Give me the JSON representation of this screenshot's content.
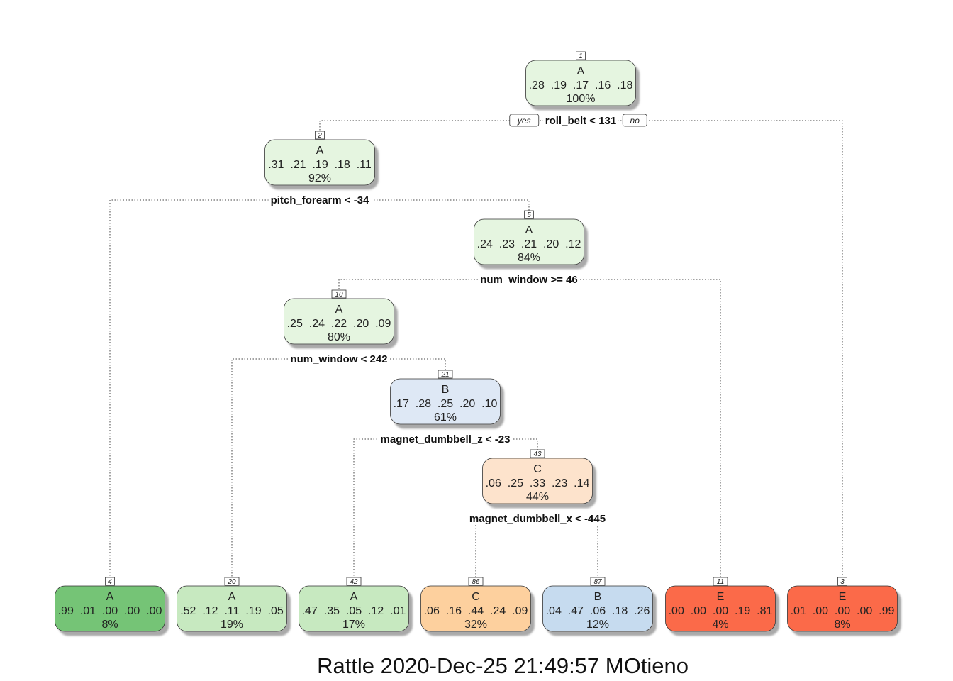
{
  "nodes": [
    {
      "id": "1",
      "class": "A",
      "probs": ".28  .19  .17  .16  .18",
      "pct": "100%",
      "color": "#e5f5e0",
      "split": "roll_belt < 131"
    },
    {
      "id": "2",
      "class": "A",
      "probs": ".31  .21  .19  .18  .11",
      "pct": "92%",
      "color": "#e5f5e0",
      "split": "pitch_forearm < -34"
    },
    {
      "id": "5",
      "class": "A",
      "probs": ".24  .23  .21  .20  .12",
      "pct": "84%",
      "color": "#e5f5e0",
      "split": "num_window >= 46"
    },
    {
      "id": "10",
      "class": "A",
      "probs": ".25  .24  .22  .20  .09",
      "pct": "80%",
      "color": "#e5f5e0",
      "split": "num_window < 242"
    },
    {
      "id": "21",
      "class": "B",
      "probs": ".17  .28  .25  .20  .10",
      "pct": "61%",
      "color": "#dee8f5",
      "split": "magnet_dumbbell_z < -23"
    },
    {
      "id": "43",
      "class": "C",
      "probs": ".06  .25  .33  .23  .14",
      "pct": "44%",
      "color": "#fde3cc",
      "split": "magnet_dumbbell_x < -445"
    },
    {
      "id": "4",
      "class": "A",
      "probs": ".99  .01  .00  .00  .00",
      "pct": "8%",
      "color": "#74c476"
    },
    {
      "id": "20",
      "class": "A",
      "probs": ".52  .12  .11  .19  .05",
      "pct": "19%",
      "color": "#c7e9c0"
    },
    {
      "id": "42",
      "class": "A",
      "probs": ".47  .35  .05  .12  .01",
      "pct": "17%",
      "color": "#c7e9c0"
    },
    {
      "id": "86",
      "class": "C",
      "probs": ".06  .16  .44  .24  .09",
      "pct": "32%",
      "color": "#fdd09e"
    },
    {
      "id": "87",
      "class": "B",
      "probs": ".04  .47  .06  .18  .26",
      "pct": "12%",
      "color": "#c6dbef"
    },
    {
      "id": "11",
      "class": "E",
      "probs": ".00  .00  .00  .19  .81",
      "pct": "4%",
      "color": "#fb6a4a"
    },
    {
      "id": "3",
      "class": "E",
      "probs": ".01  .00  .00  .00  .99",
      "pct": "8%",
      "color": "#fb6a4a"
    }
  ],
  "edges": [
    [
      "1",
      "2"
    ],
    [
      "1",
      "3"
    ],
    [
      "2",
      "4"
    ],
    [
      "2",
      "5"
    ],
    [
      "5",
      "10"
    ],
    [
      "5",
      "11"
    ],
    [
      "10",
      "20"
    ],
    [
      "10",
      "21"
    ],
    [
      "21",
      "42"
    ],
    [
      "21",
      "43"
    ],
    [
      "43",
      "86"
    ],
    [
      "43",
      "87"
    ]
  ],
  "yes_label": "yes",
  "no_label": "no",
  "footer": "Rattle 2020-Dec-25 21:49:57 MOtieno"
}
